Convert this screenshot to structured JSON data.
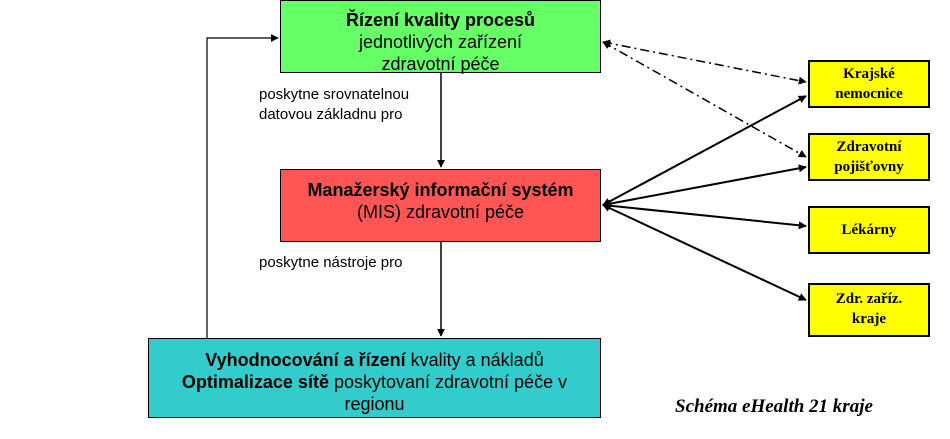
{
  "colors": {
    "top_box": "#66ff66",
    "mid_box": "#ff5555",
    "bottom_box": "#33cccc",
    "side_box": "#ffff00"
  },
  "top_box": {
    "line1": "Řízení kvality procesů",
    "line2": "jednotlivých zařízení",
    "line3": "zdravotní  péče"
  },
  "label_top_mid": {
    "line1": "poskytne  srovnatelnou",
    "line2": "datovou základnu pro"
  },
  "mid_box": {
    "line1": "Manažerský informační systém",
    "line2": "(MIS) zdravotní  péče"
  },
  "label_mid_bottom": "poskytne nástroje pro",
  "bottom_box": {
    "line1_bold": "Vyhodnocování a řízení",
    "line1_rest": " kvality  a nákladů",
    "line2_bold": "Optimalizace sítě",
    "line2_rest": " poskytovaní zdravotní péče v",
    "line3": "regionu"
  },
  "side_boxes": [
    {
      "line1": "Krajské",
      "line2": "nemocnice"
    },
    {
      "line1": "Zdravotní",
      "line2": "pojišťovny"
    },
    {
      "line1": "Lékárny",
      "line2": ""
    },
    {
      "line1": "Zdr. zaříz.",
      "line2": "kraje"
    }
  ],
  "caption": "Schéma eHealth 21 kraje"
}
